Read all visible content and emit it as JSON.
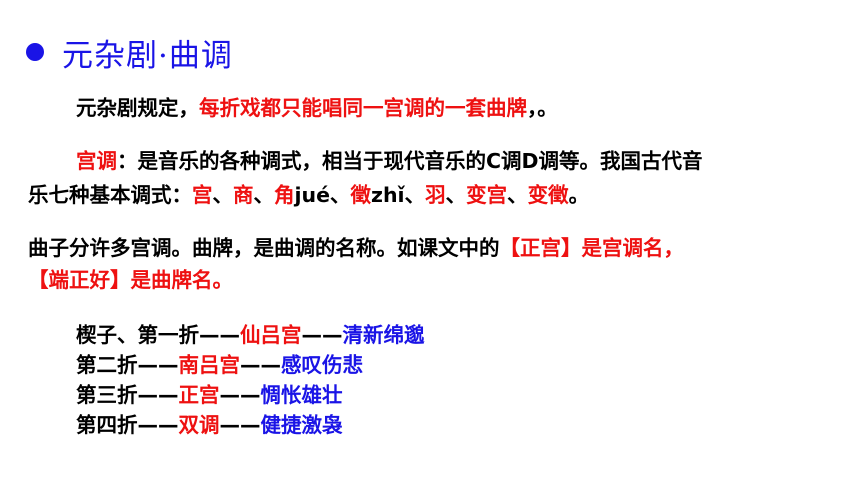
{
  "heading": {
    "title": "元杂剧·曲调"
  },
  "colors": {
    "accent_blue": "#1a14e6",
    "highlight_red": "#ee1111"
  },
  "p1": {
    "a": "元杂剧规定，",
    "b": "每折戏都只能唱同一宫调的一套曲牌",
    "c": "，。"
  },
  "p2": {
    "label": "宫调",
    "text1": "：是音乐的各种调式，相当于现代音乐的C调D调等。我国古代音",
    "text2": "乐七种基本调式：",
    "modes": [
      {
        "name": "宫",
        "pinyin": ""
      },
      {
        "name": "商",
        "pinyin": ""
      },
      {
        "name": "角",
        "pinyin": "jué"
      },
      {
        "name": "徵",
        "pinyin": "zhǐ"
      },
      {
        "name": "羽",
        "pinyin": ""
      },
      {
        "name": "变宫",
        "pinyin": ""
      },
      {
        "name": "变徵",
        "pinyin": ""
      }
    ],
    "sep": "、",
    "end": "。"
  },
  "p3": {
    "text1": "曲子分许多宫调。曲牌，是曲调的名称。如课文中的",
    "red1": "【正宫】是宫调名，",
    "red2": "【端正好】是曲牌名。"
  },
  "acts": [
    {
      "act": "楔子、第一折",
      "dash1": "——",
      "key": "仙吕宫",
      "dash2": "——",
      "mood": "清新绵邈"
    },
    {
      "act": "第二折",
      "dash1": "——",
      "key": "南吕宫",
      "dash2": "——",
      "mood": "感叹伤悲"
    },
    {
      "act": "第三折",
      "dash1": "——",
      "key": "正宫",
      "dash2": "——",
      "mood": "惆怅雄壮"
    },
    {
      "act": "第四折",
      "dash1": "——",
      "key": "双调",
      "dash2": "——",
      "mood": "健捷激袅"
    }
  ]
}
